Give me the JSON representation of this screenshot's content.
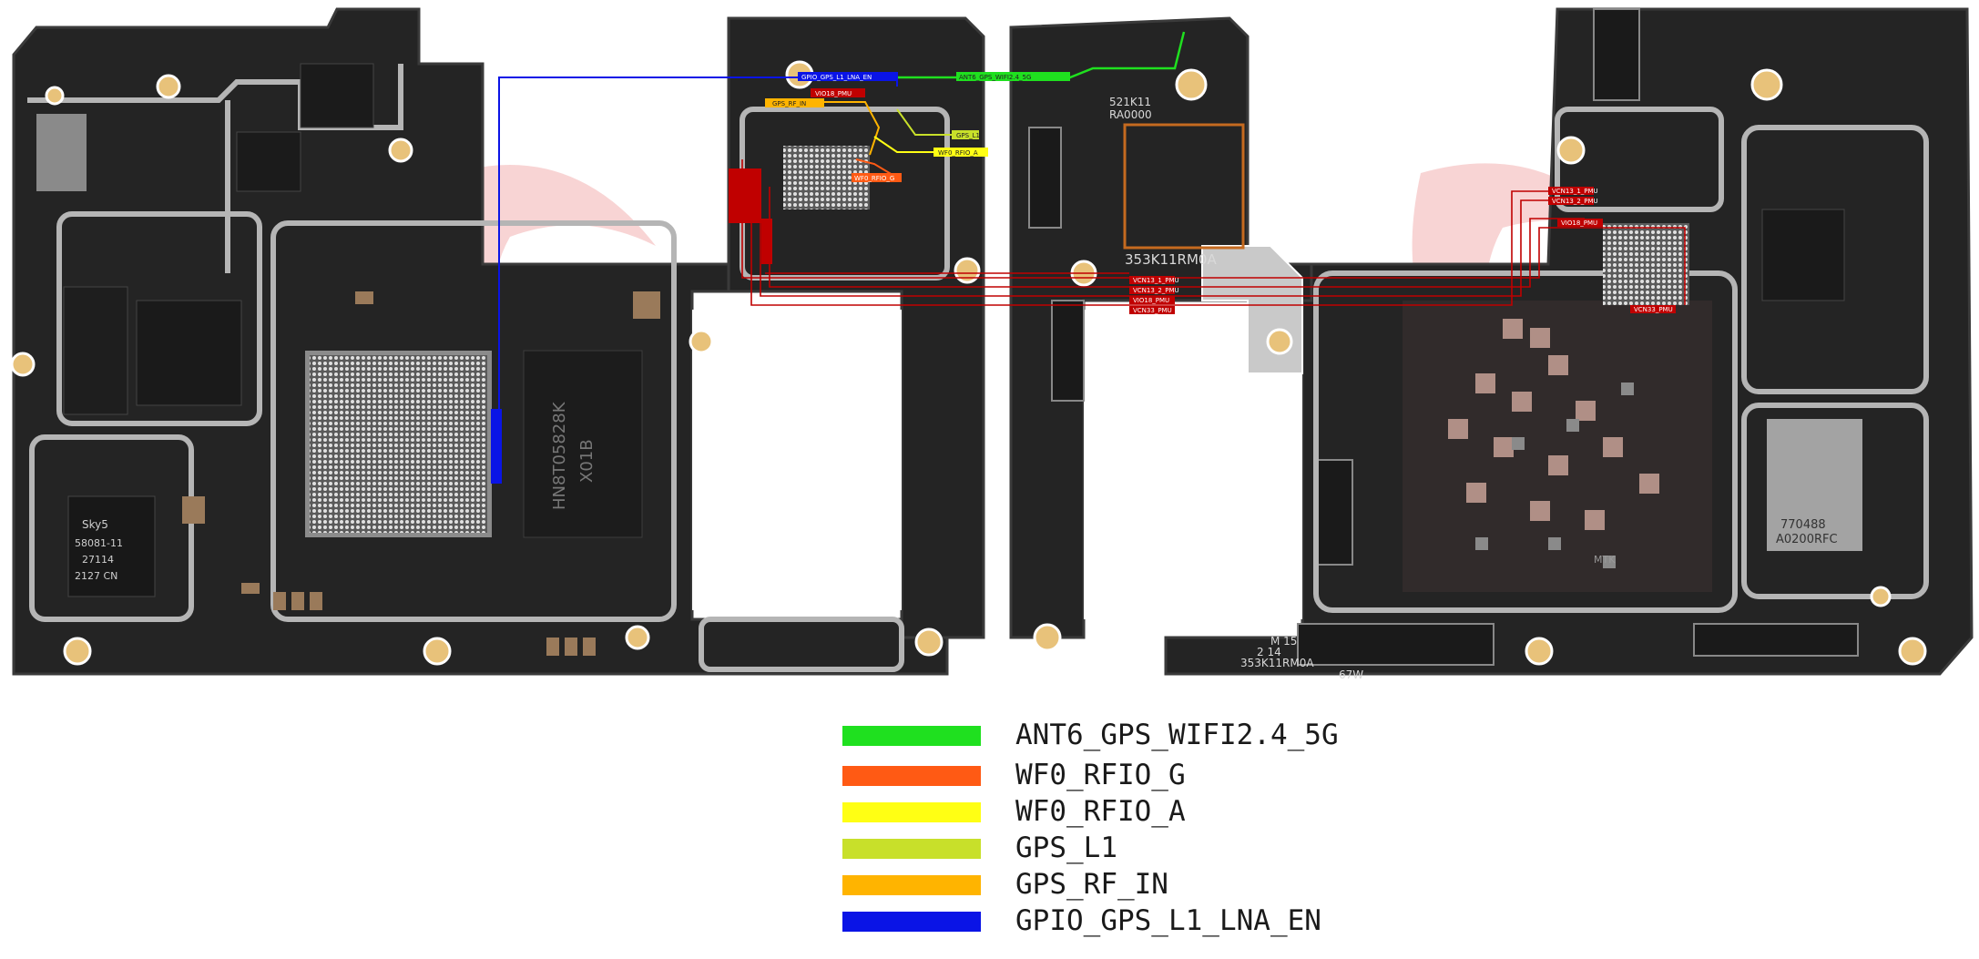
{
  "legend": {
    "items": [
      {
        "label": "ANT6_GPS_WIFI2.4_5G",
        "color": "#1fe01f"
      },
      {
        "label": "WF0_RFIO_G",
        "color": "#ff5a14"
      },
      {
        "label": "WF0_RFIO_A",
        "color": "#ffff14"
      },
      {
        "label": "GPS_L1",
        "color": "#c8e02a"
      },
      {
        "label": "GPS_RF_IN",
        "color": "#ffb400"
      },
      {
        "label": "GPIO_GPS_L1_LNA_EN",
        "color": "#0a14e6"
      }
    ]
  },
  "board": {
    "colors": {
      "pcb": "#242424",
      "pcb_edge": "#3a3a3a",
      "shield": "#b5b5b5",
      "watermark": "#f3b0b0",
      "trace_power": "#c00000"
    },
    "net_tags": [
      "GPIO_GPS_L1_LNA_EN",
      "GPS_RF_IN",
      "VIO18_PMU",
      "GPS_L1",
      "WF0_RFIO_A",
      "WF0_RFIO_G",
      "ANT6_GPS_WIFI2.4_5G",
      "VCN13_1_PMU",
      "VCN13_2_PMU",
      "VIO18_PMU",
      "VCN33_PMU"
    ],
    "chip_markings": [
      "Sky5",
      "58081-11",
      "27114",
      "2127 CN",
      "521K11",
      "RA0000",
      "353K11RM0A",
      "M 15",
      "2 14",
      "67W",
      "770488",
      "A0200RFC",
      "MTK",
      "HN8T05828K",
      "X01B"
    ]
  }
}
